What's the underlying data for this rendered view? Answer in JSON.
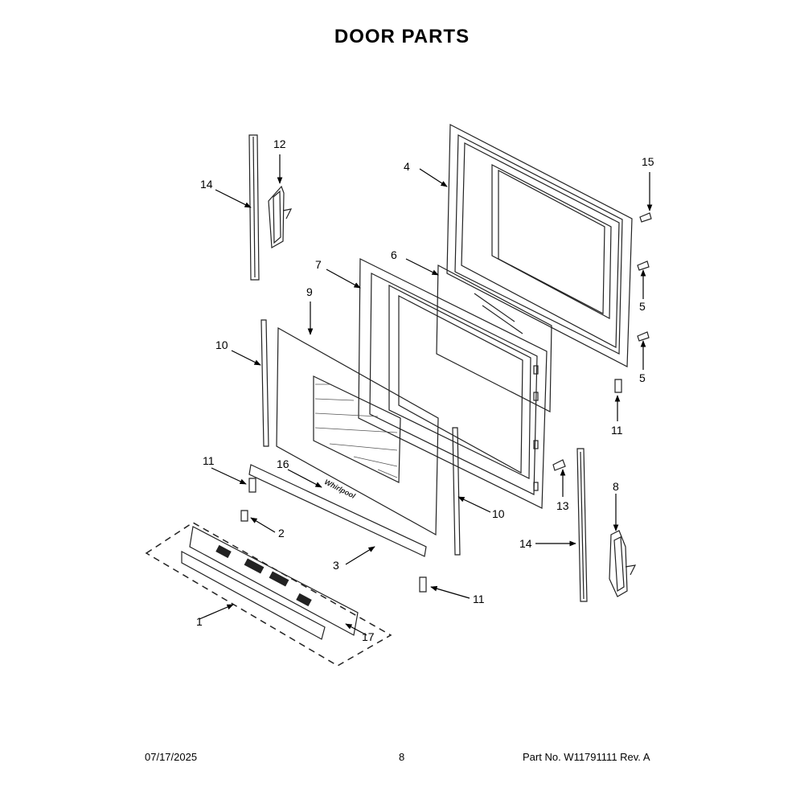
{
  "page": {
    "title": "DOOR PARTS"
  },
  "callouts": {
    "c1": "1",
    "c2": "2",
    "c3": "3",
    "c4": "4",
    "c5a": "5",
    "c5b": "5",
    "c6": "6",
    "c7": "7",
    "c8": "8",
    "c9": "9",
    "c10a": "10",
    "c10b": "10",
    "c11a": "11",
    "c11b": "11",
    "c11c": "11",
    "c12": "12",
    "c13": "13",
    "c14a": "14",
    "c14b": "14",
    "c15": "15",
    "c16": "16",
    "c17": "17"
  },
  "logo_text": "Whirlpool",
  "footer": {
    "date": "07/17/2025",
    "page_number": "8",
    "part_number": "Part No.  W11791111  Rev.  A"
  }
}
